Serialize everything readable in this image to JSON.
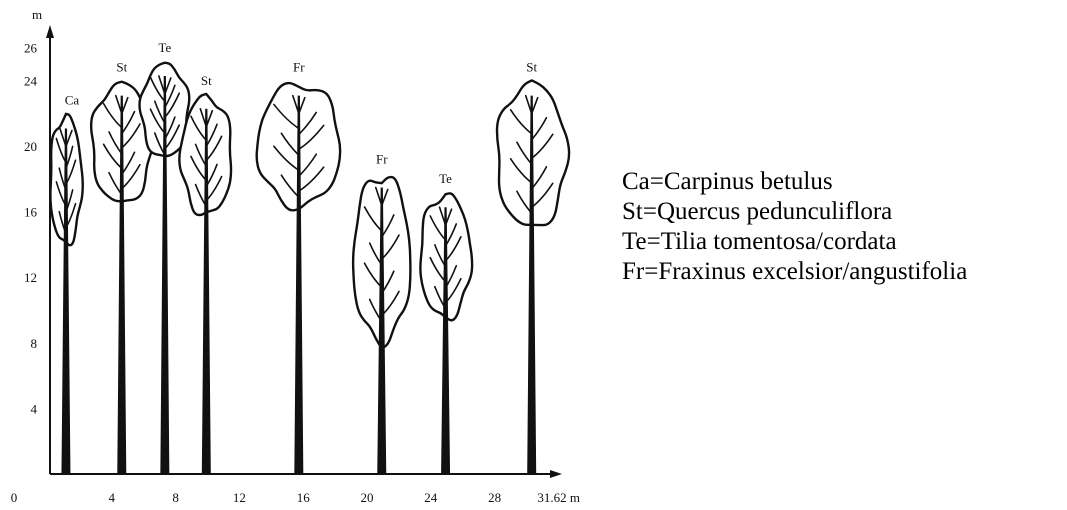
{
  "chart_data": {
    "type": "diagram",
    "y_axis": {
      "unit": "m",
      "ticks": [
        4,
        8,
        12,
        16,
        20,
        24,
        26
      ],
      "range": [
        0,
        27
      ]
    },
    "x_axis": {
      "ticks": [
        "0",
        "4",
        "8",
        "12",
        "16",
        "20",
        "24",
        "28",
        "31.62 m"
      ],
      "tick_values": [
        0,
        4,
        8,
        12,
        16,
        20,
        24,
        28,
        31.62
      ],
      "range": [
        0,
        31.62
      ]
    },
    "trees": [
      {
        "code": "Ca",
        "x": 1.0,
        "height": 21.8,
        "crown_base": 14.0,
        "crown_halfwidth": 1.0
      },
      {
        "code": "St",
        "x": 4.5,
        "height": 23.8,
        "crown_base": 16.5,
        "crown_halfwidth": 1.9
      },
      {
        "code": "Te",
        "x": 7.2,
        "height": 25.0,
        "crown_base": 19.3,
        "crown_halfwidth": 1.5
      },
      {
        "code": "St",
        "x": 9.8,
        "height": 23.0,
        "crown_base": 15.8,
        "crown_halfwidth": 1.6
      },
      {
        "code": "Fr",
        "x": 15.6,
        "height": 23.8,
        "crown_base": 16.3,
        "crown_halfwidth": 2.6
      },
      {
        "code": "Fr",
        "x": 20.8,
        "height": 18.2,
        "crown_base": 8.1,
        "crown_halfwidth": 1.8
      },
      {
        "code": "Te",
        "x": 24.8,
        "height": 17.0,
        "crown_base": 9.5,
        "crown_halfwidth": 1.6
      },
      {
        "code": "St",
        "x": 30.2,
        "height": 23.8,
        "crown_base": 15.0,
        "crown_halfwidth": 2.2
      }
    ]
  },
  "legend": [
    {
      "code": "Ca",
      "text": "Ca=Carpinus betulus"
    },
    {
      "code": "St",
      "text": "St=Quercus pedunculiflora"
    },
    {
      "code": "Te",
      "text": "Te=Tilia tomentosa/cordata"
    },
    {
      "code": "Fr",
      "text": "Fr=Fraxinus excelsior/angustifolia"
    }
  ]
}
